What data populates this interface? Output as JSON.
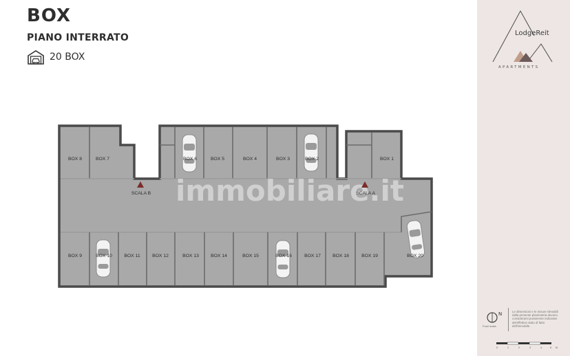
{
  "header": {
    "title": "BOX",
    "subtitle": "PIANO INTERRATO",
    "count": "20 BOX",
    "garage_icon": "garage-icon"
  },
  "brand": {
    "name": "LodgeReit",
    "tagline": "APARTMENTS",
    "colors": {
      "panel": "#ede6e4",
      "mountain_dark": "#6e5a5a",
      "mountain_light": "#c29d8c"
    }
  },
  "plan": {
    "boxes_top": [
      "BOX 8",
      "BOX 7",
      "BOX 6",
      "BOX 5",
      "BOX 4",
      "BOX 3",
      "BOX 2",
      "BOX 1"
    ],
    "boxes_bottom": [
      "BOX 9",
      "BOX 10",
      "BOX 11",
      "BOX 12",
      "BOX 13",
      "BOX 14",
      "BOX 15",
      "BOX 16",
      "BOX 17",
      "BOX 18",
      "BOX 19",
      "BOX 20"
    ],
    "stairs": [
      "SCALA B",
      "SCALA A"
    ],
    "watermark": "immobiliare.it",
    "colors": {
      "floor": "#a9a9a9",
      "wall": "#4a4a4a",
      "stair_marker": "#7a2e2a"
    }
  },
  "legend": {
    "north_letter": "N",
    "north_label": "Fuori scala",
    "note": "Le dimensioni e le misure rilevabili dalla presente planimetria devono considerarsi puramente indicative del'effettivo stato di fatto dell'immobile.",
    "scale_ticks": [
      "0",
      "1",
      "2",
      "3",
      "4",
      "5",
      "M"
    ]
  }
}
